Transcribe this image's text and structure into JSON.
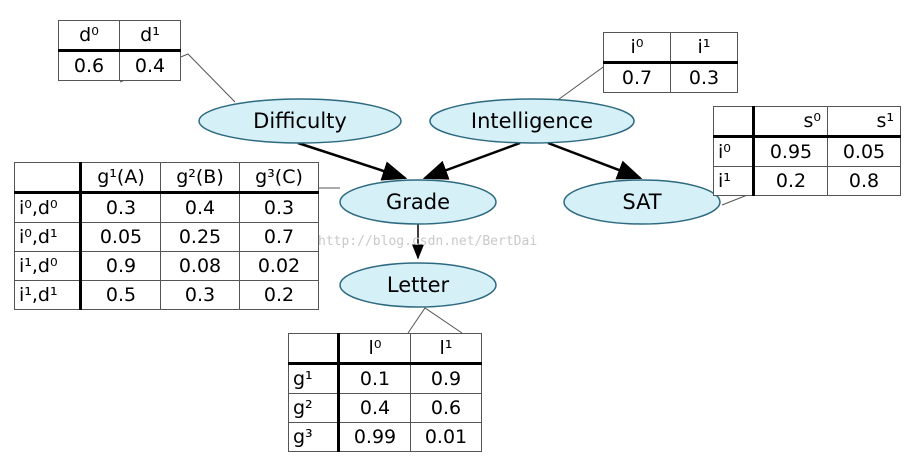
{
  "nodes": {
    "difficulty": "Difficulty",
    "intelligence": "Intelligence",
    "grade": "Grade",
    "sat": "SAT",
    "letter": "Letter"
  },
  "tables": {
    "difficulty": {
      "headers": [
        "d⁰",
        "d¹"
      ],
      "values": [
        "0.6",
        "0.4"
      ]
    },
    "intelligence": {
      "headers": [
        "i⁰",
        "i¹"
      ],
      "values": [
        "0.7",
        "0.3"
      ]
    },
    "sat": {
      "headers": [
        "s⁰",
        "s¹"
      ],
      "rows": [
        {
          "label": "i⁰",
          "values": [
            "0.95",
            "0.05"
          ]
        },
        {
          "label": "i¹",
          "values": [
            "0.2",
            "0.8"
          ]
        }
      ]
    },
    "grade": {
      "headers": [
        "g¹(A)",
        "g²(B)",
        "g³(C)"
      ],
      "rows": [
        {
          "label": "i⁰,d⁰",
          "values": [
            "0.3",
            "0.4",
            "0.3"
          ]
        },
        {
          "label": "i⁰,d¹",
          "values": [
            "0.05",
            "0.25",
            "0.7"
          ]
        },
        {
          "label": "i¹,d⁰",
          "values": [
            "0.9",
            "0.08",
            "0.02"
          ]
        },
        {
          "label": "i¹,d¹",
          "values": [
            "0.5",
            "0.3",
            "0.2"
          ]
        }
      ]
    },
    "letter": {
      "headers": [
        "l⁰",
        "l¹"
      ],
      "rows": [
        {
          "label": "g¹",
          "values": [
            "0.1",
            "0.9"
          ]
        },
        {
          "label": "g²",
          "values": [
            "0.4",
            "0.6"
          ]
        },
        {
          "label": "g³",
          "values": [
            "0.99",
            "0.01"
          ]
        }
      ]
    }
  },
  "watermark": "http://blog.csdn.net/BertDai",
  "colors": {
    "node_fill": "#d6f0f8",
    "node_stroke": "#2d6a80",
    "edge": "#000000"
  }
}
